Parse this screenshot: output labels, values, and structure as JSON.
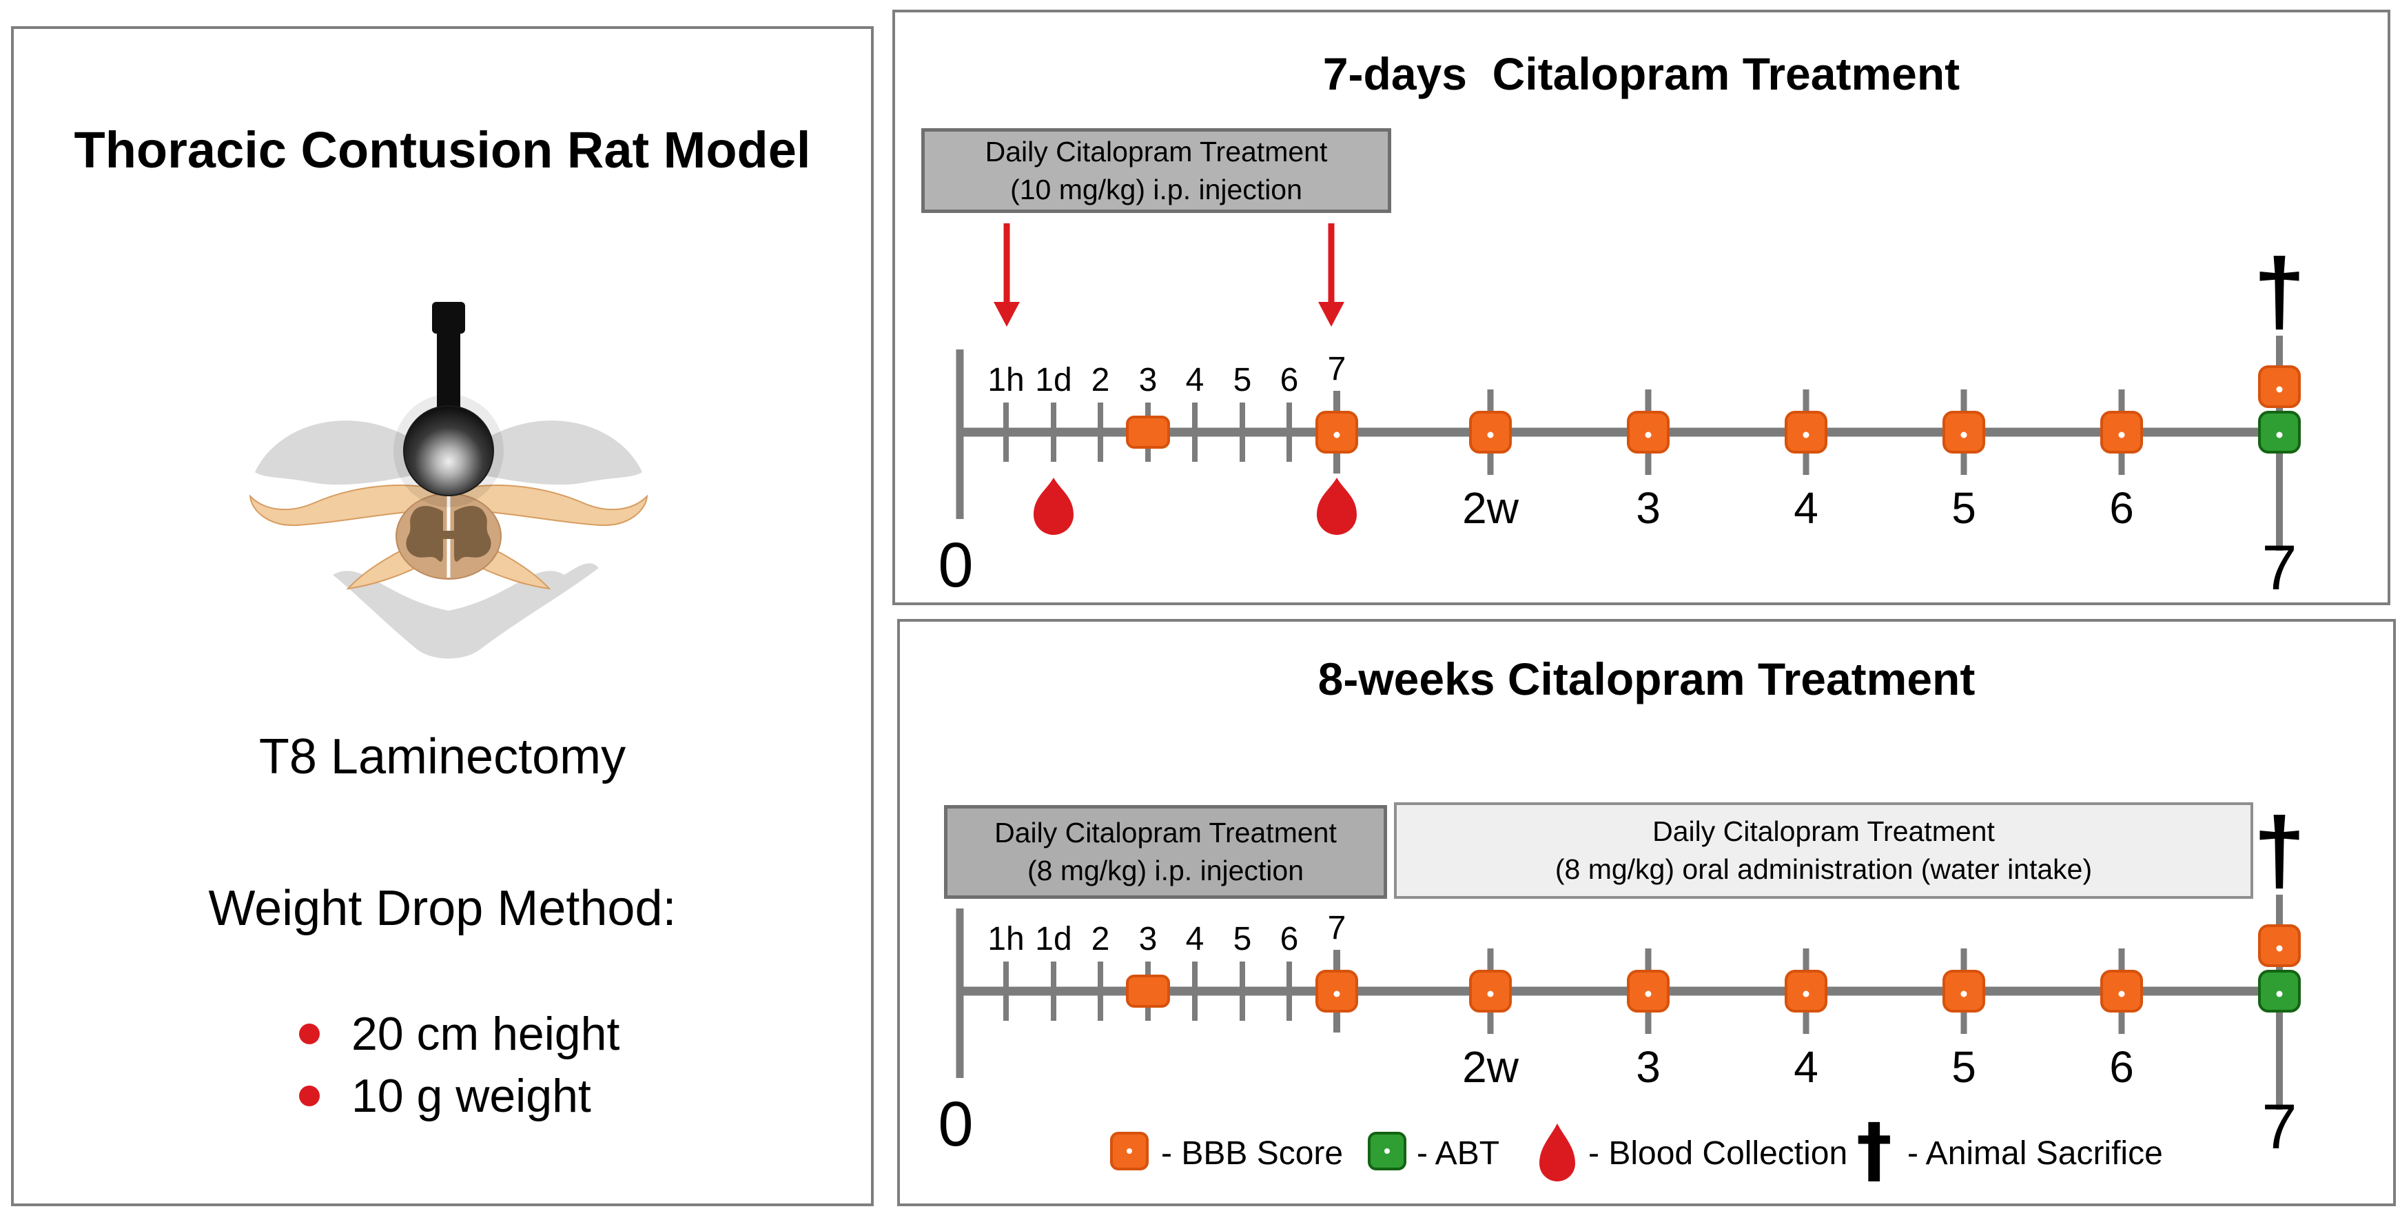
{
  "left_panel": {
    "title": "Thoracic Contusion Rat Model",
    "subtitle": "T8 Laminectomy",
    "method_heading": "Weight Drop Method:",
    "bullets": [
      "20 cm height",
      "10 g weight"
    ]
  },
  "panel_7days": {
    "title": "7-days  Citalopram Treatment",
    "injection_box": {
      "line1": "Daily Citalopram Treatment",
      "line2": "(10 mg/kg) i.p. injection"
    }
  },
  "panel_8weeks": {
    "title": "8-weeks Citalopram Treatment",
    "ip_box": {
      "line1": "Daily Citalopram Treatment",
      "line2": "(8 mg/kg) i.p. injection"
    },
    "oral_box": {
      "line1": "Daily Citalopram Treatment",
      "line2": "(8 mg/kg)  oral administration (water intake)"
    }
  },
  "timeline": {
    "origin_label": "0",
    "day_ticks": [
      "1h",
      "1d",
      "2",
      "3",
      "4",
      "5",
      "6",
      "7"
    ],
    "week_ticks": [
      "2w",
      "3",
      "4",
      "5",
      "6"
    ],
    "end_label": "7"
  },
  "legend": {
    "items": [
      {
        "icon": "bbb-score-swatch",
        "label": "- BBB Score"
      },
      {
        "icon": "abt-swatch",
        "label": "- ABT"
      },
      {
        "icon": "blood-drop-icon",
        "label": "- Blood Collection"
      },
      {
        "icon": "dagger-icon",
        "label": "- Animal Sacrifice"
      }
    ]
  },
  "symbols": {
    "dagger": "†"
  },
  "colors": {
    "axis_gray": "#7C7C7C",
    "orange": "#F2691D",
    "orange_border": "#D7520D",
    "green": "#2F9E33",
    "green_border": "#136413",
    "red": "#DB1A20",
    "box_gray": "#B3B3B3",
    "box_gray_dark": "#ADADAD",
    "box_light": "#EFEFEF",
    "panel_border": "#7E7E7E",
    "vertebra_gray": "#D9D9D9",
    "vertebra_tan": "#F1CDA0",
    "cord_brown": "#CFA67E",
    "gray_matter_brown": "#7F6242"
  }
}
